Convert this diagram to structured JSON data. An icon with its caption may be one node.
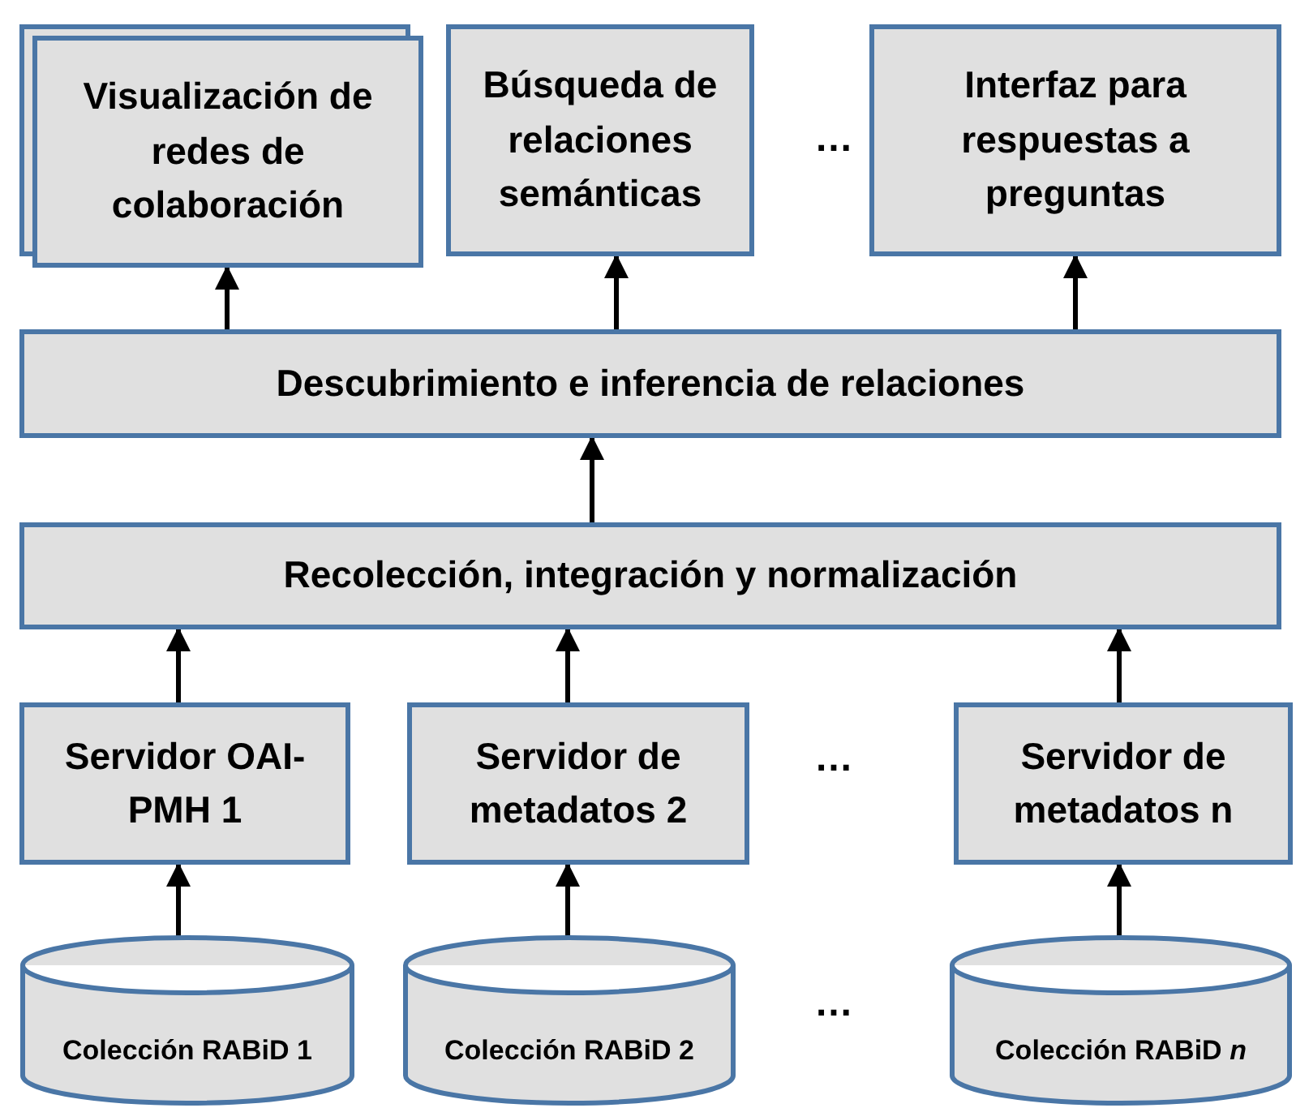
{
  "diagram": {
    "nodes": [
      {
        "text": [
          "Visualización de redes de colaboración"
        ]
      },
      {
        "text": [
          "Búsqueda de relaciones semánticas"
        ]
      },
      {
        "text": [
          "Interfaz para respuestas a preguntas"
        ]
      },
      {
        "text": [
          "Descubrimiento e inferencia de relaciones"
        ]
      },
      {
        "text": [
          "Recolección, integración y normalización"
        ]
      },
      {
        "text": [
          "Servidor OAI-PMH 1"
        ]
      },
      {
        "text": [
          "Servidor de metadatos 2"
        ]
      },
      {
        "text": [
          "Servidor de metadatos n"
        ]
      },
      {
        "text": [
          "Colección RABiD 1"
        ]
      },
      {
        "text": [
          "Colección RABiD 2"
        ]
      },
      {
        "text": [
          "Colección RABiD *n*"
        ]
      }
    ],
    "edges": [
      {
        "from": 8,
        "to": 5,
        "arrow": "to"
      },
      {
        "from": 9,
        "to": 6,
        "arrow": "to"
      },
      {
        "from": 10,
        "to": 7,
        "arrow": "to"
      },
      {
        "from": 5,
        "to": 4,
        "arrow": "to"
      },
      {
        "from": 6,
        "to": 4,
        "arrow": "to"
      },
      {
        "from": 7,
        "to": 4,
        "arrow": "to"
      },
      {
        "from": 4,
        "to": 3,
        "arrow": "to"
      },
      {
        "from": 3,
        "to": 0,
        "arrow": "to"
      },
      {
        "from": 3,
        "to": 1,
        "arrow": "to"
      },
      {
        "from": 3,
        "to": 2,
        "arrow": "to"
      }
    ],
    "labels": [
      "…",
      "…",
      "…"
    ]
  }
}
